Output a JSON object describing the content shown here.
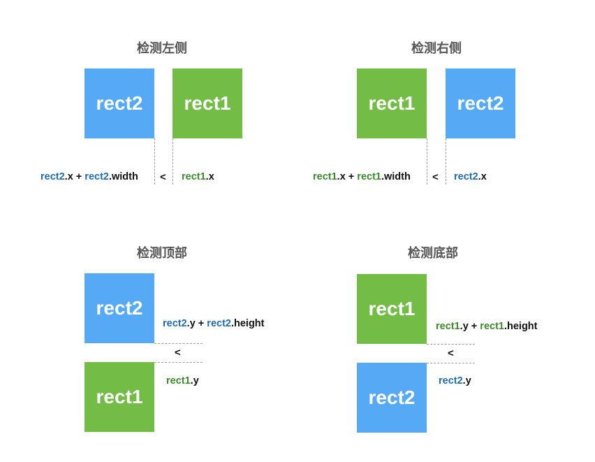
{
  "colors": {
    "blue": "#55a9f5",
    "green": "#73bd47",
    "blue_text": "#1f6bb5",
    "green_text": "#3a8a2a"
  },
  "panels": {
    "left": {
      "title": "检测左侧",
      "rect_a": "rect2",
      "rect_b": "rect1",
      "operator": "<",
      "lhs": {
        "r1": "rect2",
        "p1": ".x + ",
        "r2": "rect2",
        "p2": ".width"
      },
      "rhs": {
        "r1": "rect1",
        "p1": ".x"
      }
    },
    "right": {
      "title": "检测右侧",
      "rect_a": "rect1",
      "rect_b": "rect2",
      "operator": "<",
      "lhs": {
        "r1": "rect1",
        "p1": ".x + ",
        "r2": "rect1",
        "p2": ".width"
      },
      "rhs": {
        "r1": "rect2",
        "p1": ".x"
      }
    },
    "top": {
      "title": "检测顶部",
      "rect_a": "rect2",
      "rect_b": "rect1",
      "operator": "<",
      "lhs": {
        "r1": "rect2",
        "p1": ".y + ",
        "r2": "rect2",
        "p2": ".height"
      },
      "rhs": {
        "r1": "rect1",
        "p1": ".y"
      }
    },
    "bottom": {
      "title": "检测底部",
      "rect_a": "rect1",
      "rect_b": "rect2",
      "operator": "<",
      "lhs": {
        "r1": "rect1",
        "p1": ".y + ",
        "r2": "rect1",
        "p2": ".height"
      },
      "rhs": {
        "r1": "rect2",
        "p1": ".y"
      }
    }
  }
}
